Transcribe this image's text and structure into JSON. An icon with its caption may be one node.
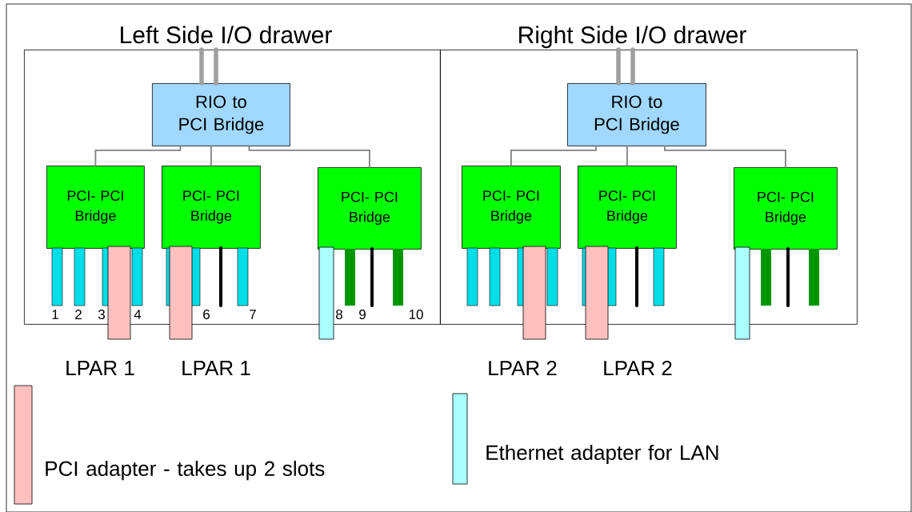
{
  "diagram": {
    "nodes": [
      {
        "text": [
          "Left Side I/O drawer"
        ]
      },
      {
        "text": [
          "Right Side I/O drawer"
        ]
      },
      {
        "text": [
          "RIO to PCI Bridge"
        ],
        "in": 0
      },
      {
        "text": [
          "RIO to PCI Bridge"
        ],
        "in": 1
      },
      {
        "text": [
          "PCI- PCI Bridge"
        ],
        "in": 0
      },
      {
        "text": [
          "PCI- PCI Bridge"
        ],
        "in": 0
      },
      {
        "text": [
          "PCI- PCI Bridge"
        ],
        "in": 0
      },
      {
        "text": [
          "PCI- PCI Bridge"
        ],
        "in": 1
      },
      {
        "text": [
          "PCI- PCI Bridge"
        ],
        "in": 1
      },
      {
        "text": [
          "PCI- PCI Bridge"
        ],
        "in": 1
      }
    ],
    "edges": [
      {
        "from": null,
        "to": 2,
        "arrow": "none",
        "style": "thick",
        "color": "#a0a0a0"
      },
      {
        "from": null,
        "to": 2,
        "arrow": "none",
        "style": "thick",
        "color": "#a0a0a0"
      },
      {
        "from": 2,
        "to": 4,
        "arrow": "none"
      },
      {
        "from": 2,
        "to": 5,
        "arrow": "none"
      },
      {
        "from": 2,
        "to": 6,
        "arrow": "none"
      },
      {
        "from": null,
        "to": 3,
        "arrow": "none",
        "style": "thick",
        "color": "#a0a0a0"
      },
      {
        "from": null,
        "to": 3,
        "arrow": "none",
        "style": "thick",
        "color": "#a0a0a0"
      },
      {
        "from": 3,
        "to": 7,
        "arrow": "none"
      },
      {
        "from": 3,
        "to": 8,
        "arrow": "none"
      },
      {
        "from": 3,
        "to": 9,
        "arrow": "none"
      }
    ],
    "labels": [
      "1",
      "2",
      "3",
      "4",
      "6",
      "7",
      "8",
      "9",
      "10",
      "LPAR 1",
      "LPAR 1",
      "LPAR 2",
      "LPAR 2"
    ],
    "legend": [
      {
        "text": "PCI adapter - takes up 2 slots",
        "color": "#ffc0c0"
      },
      {
        "text": "Ethernet adapter for LAN",
        "color": "#aaffff"
      }
    ]
  }
}
